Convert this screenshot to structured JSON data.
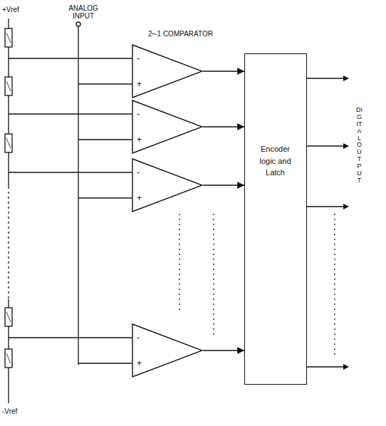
{
  "diagram": {
    "nodes": [
      {
        "text": [
          "-",
          "+"
        ]
      },
      {
        "text": [
          "-",
          "+"
        ]
      },
      {
        "text": [
          "-",
          "+"
        ]
      },
      {
        "text": [
          "-",
          "+"
        ]
      },
      {
        "text": [
          "Encoder logic and Latch"
        ]
      }
    ],
    "edges": [
      {
        "from": 0,
        "to": 4,
        "arrow": "to"
      },
      {
        "from": 1,
        "to": 4,
        "arrow": "to"
      },
      {
        "from": 2,
        "to": 4,
        "arrow": "to"
      },
      {
        "from": 3,
        "to": 4,
        "arrow": "to"
      }
    ],
    "labels": [
      "+Vref",
      "ANALOG INPUT",
      "2ⁿ-1 COMPARATOR",
      "DIGITAL OUTPUT",
      "-Vref"
    ]
  }
}
